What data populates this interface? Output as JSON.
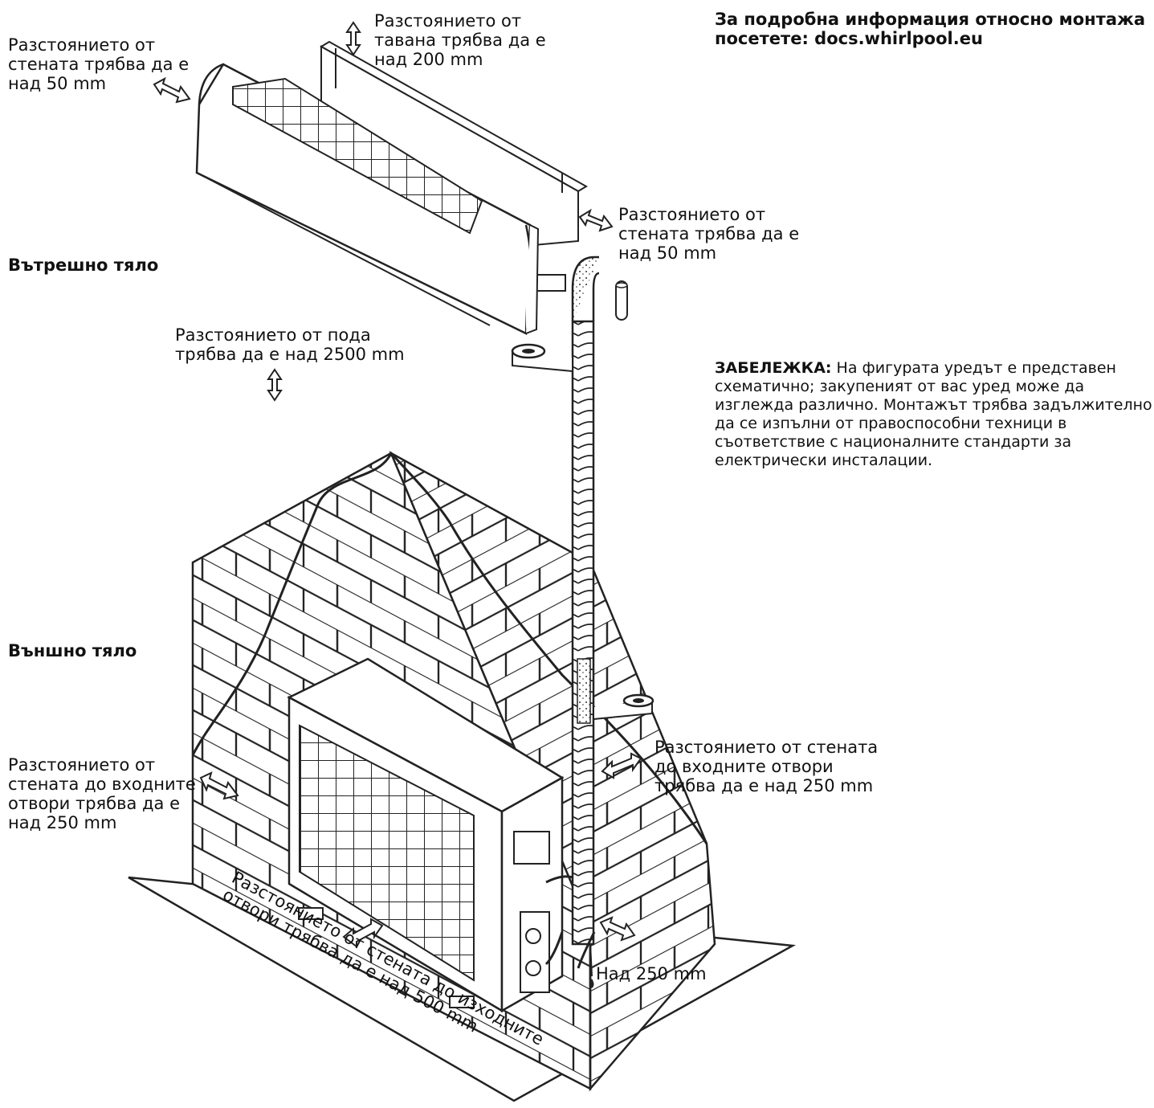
{
  "header": {
    "info": "За подробна информация относно монтажа\nпосетете: docs.whirlpool.eu"
  },
  "labels": {
    "indoor_unit": "Вътрешно тяло",
    "outdoor_unit": "Външно тяло",
    "indoor_left_wall": "Разстоянието от\nстената трябва да е\nнад 50 mm",
    "indoor_ceiling": "Разстоянието от\nтавана трябва да е\nнад 200 mm",
    "indoor_right_wall": "Разстоянието от\nстената трябва да е\nнад 50 mm",
    "indoor_floor": "Разстоянието от пода\nтрябва да е над 2500 mm",
    "outdoor_left_inlet": "Разстоянието от\nстената до входните\nотвори трябва да е\nнад 250 mm",
    "outdoor_right_inlet": "Разстоянието от стената\nдо входните отвори\nтрябва да е над 250 mm",
    "outdoor_outlet": "Разстоянието от стената до изходните\nотвори трябва да е над 500 mm",
    "outdoor_side": "Над 250 mm"
  },
  "note": {
    "title": "ЗАБЕЛЕЖКА:",
    "body": " На фигурата уредът е представен\nсхематично; закупеният от вас уред може да\nизглежда различно. Монтажът трябва задължително\nда се изпълни от правоспособни техници в\nсъответствие с националните стандарти за\nелектрически инсталации."
  }
}
